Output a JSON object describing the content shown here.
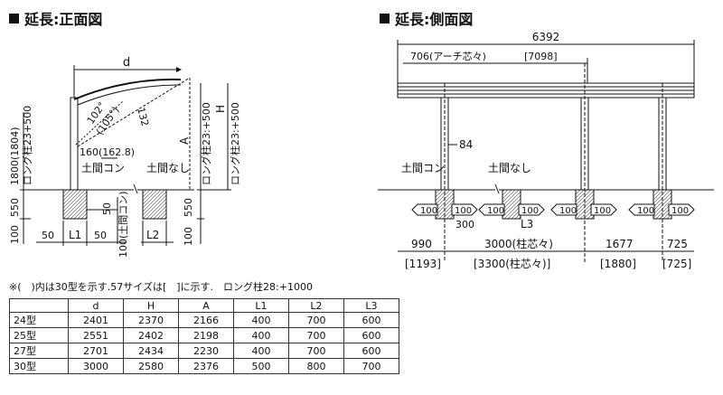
{
  "front": {
    "title": "延長:正面図",
    "d": "d",
    "H": "H",
    "A": "A",
    "angle_main": "102°",
    "angle_alt": "(105°)",
    "r132": "132",
    "d160": "160(162.8)",
    "left_height": "1800(1804)",
    "left_long": "ロング柱23+500",
    "right_long_A": "ロング柱23:+500",
    "right_long_H": "ロング柱23:+500",
    "doma_con": "土間コン",
    "doma_nashi": "土間なし",
    "v550": "550",
    "v100": "100",
    "v50": "50",
    "v100_con": "100(土間コン)",
    "L1": "L1",
    "L2": "L2"
  },
  "side": {
    "title": "延長:側面図",
    "w6392": "6392",
    "arch": "706(アーチ芯々)",
    "arch_alt": "[7098]",
    "v84": "84",
    "doma_con": "土間コン",
    "doma_nashi": "土間なし",
    "v100": "100",
    "v300": "300",
    "L3": "L3",
    "d990": "990",
    "d990_alt": "[1193]",
    "d3000": "3000(柱芯々)",
    "d3000_alt": "[3300(柱芯々)]",
    "d1677": "1677",
    "d1677_alt": "[1880]",
    "d725": "725",
    "d725_alt": "[725]"
  },
  "note": "※(　)内は30型を示す.57サイズは[　]に示す.　ロング柱28:+1000",
  "table": {
    "headers": [
      "",
      "d",
      "H",
      "A",
      "L1",
      "L2",
      "L3"
    ],
    "rows": [
      [
        "24型",
        "2401",
        "2370",
        "2166",
        "400",
        "700",
        "600"
      ],
      [
        "25型",
        "2551",
        "2402",
        "2198",
        "400",
        "700",
        "600"
      ],
      [
        "27型",
        "2701",
        "2434",
        "2230",
        "400",
        "700",
        "600"
      ],
      [
        "30型",
        "3000",
        "2580",
        "2376",
        "500",
        "800",
        "700"
      ]
    ]
  }
}
